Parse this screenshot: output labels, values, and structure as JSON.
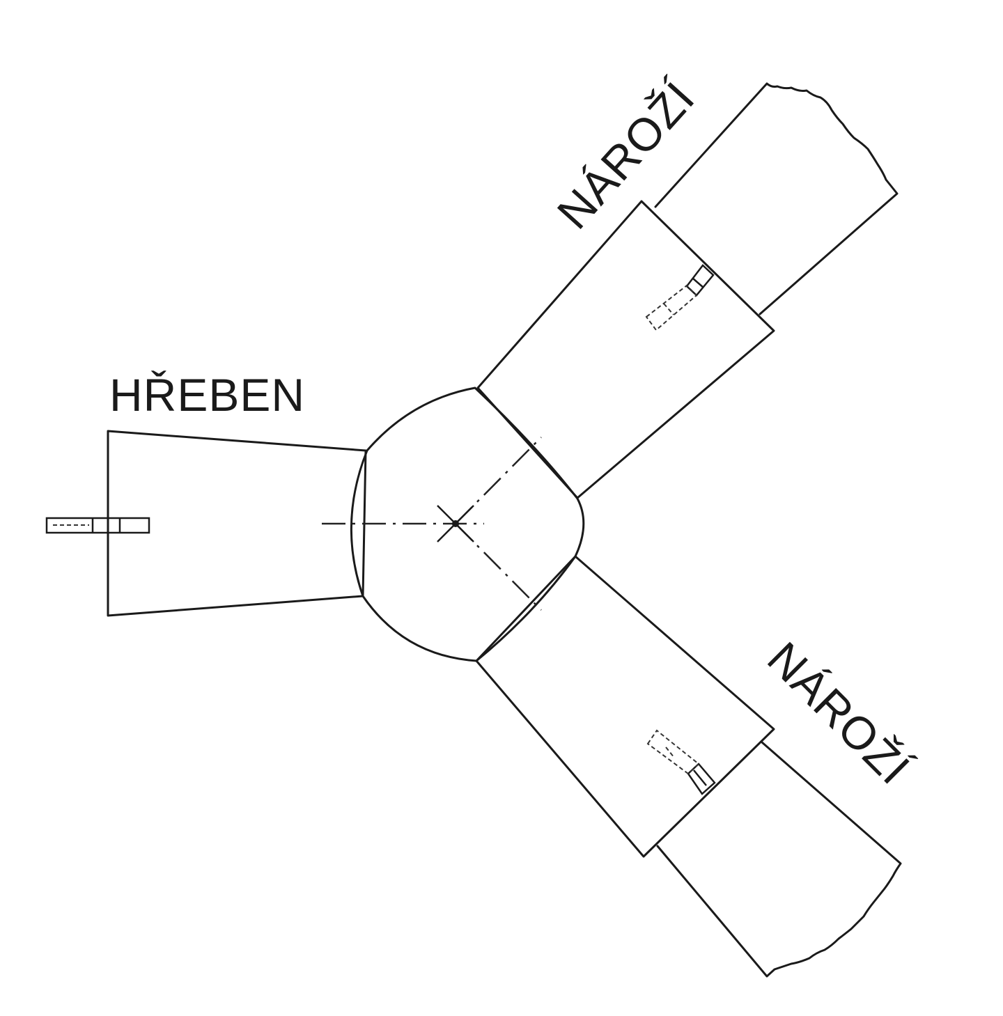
{
  "labels": {
    "ridge": "HŘEBEN",
    "hip_upper": "NÁROŽÍ",
    "hip_lower": "NÁROŽÍ"
  },
  "colors": {
    "stroke": "#1a1a1a",
    "background": "#ffffff"
  }
}
